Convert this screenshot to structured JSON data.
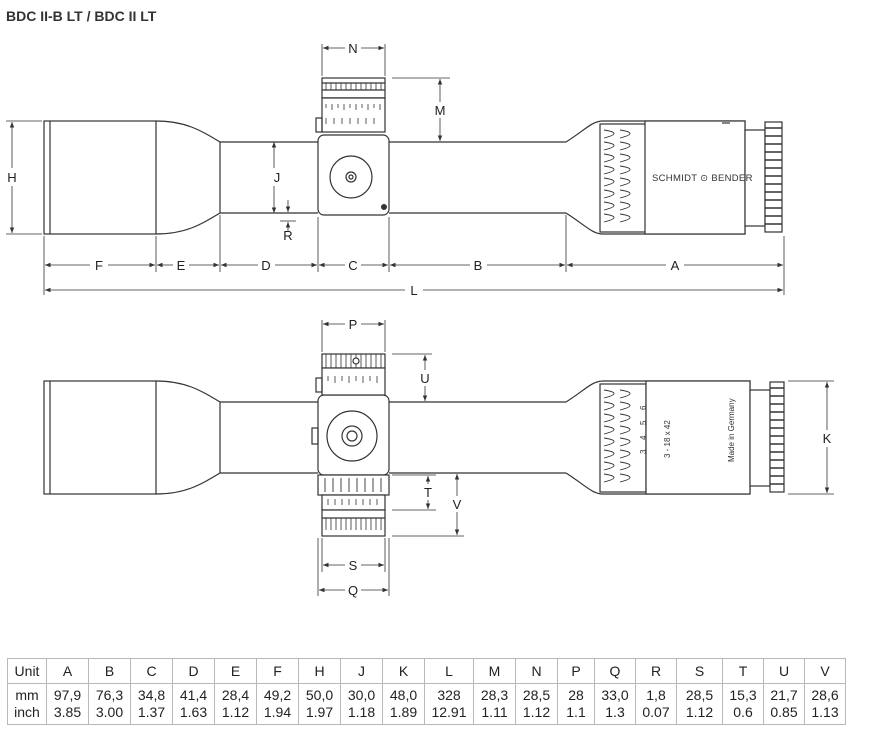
{
  "title": "BDC II-B LT / BDC II LT",
  "drawing": {
    "brand_text": "SCHMIDT ⊙ BENDER",
    "model_text": "3 - 18 x 42",
    "origin_text": "Made in Germany",
    "magnification_marks": [
      "3",
      "4",
      "5",
      "6"
    ],
    "top_view_labels": [
      "N",
      "M",
      "H",
      "J",
      "R",
      "F",
      "E",
      "D",
      "C",
      "B",
      "A",
      "L"
    ],
    "side_view_labels": [
      "P",
      "U",
      "K",
      "T",
      "V",
      "S",
      "Q"
    ]
  },
  "table": {
    "row_header": "Unit",
    "columns": [
      "A",
      "B",
      "C",
      "D",
      "E",
      "F",
      "H",
      "J",
      "K",
      "L",
      "M",
      "N",
      "P",
      "Q",
      "R",
      "S",
      "T",
      "U",
      "V"
    ],
    "units": [
      "mm",
      "inch"
    ],
    "mm": [
      "97,9",
      "76,3",
      "34,8",
      "41,4",
      "28,4",
      "49,2",
      "50,0",
      "30,0",
      "48,0",
      "328",
      "28,3",
      "28,5",
      "28",
      "33,0",
      "1,8",
      "28,5",
      "15,3",
      "21,7",
      "28,6"
    ],
    "inch": [
      "3.85",
      "3.00",
      "1.37",
      "1.63",
      "1.12",
      "1.94",
      "1.97",
      "1.18",
      "1.89",
      "12.91",
      "1.11",
      "1.12",
      "1.1",
      "1.3",
      "0.07",
      "1.12",
      "0.6",
      "0.85",
      "1.13"
    ]
  }
}
